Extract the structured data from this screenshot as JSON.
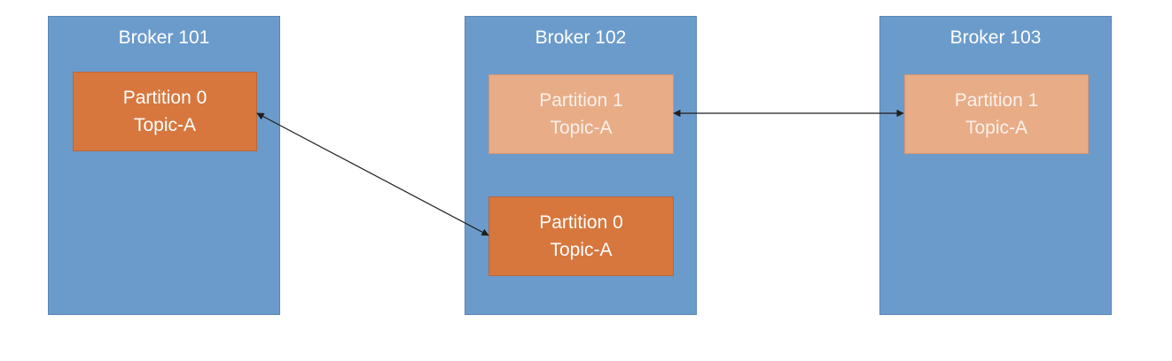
{
  "brokers": [
    {
      "label": "Broker 101"
    },
    {
      "label": "Broker 102"
    },
    {
      "label": "Broker 103"
    }
  ],
  "partitions": [
    {
      "line1": "Partition 0",
      "line2": "Topic-A"
    },
    {
      "line1": "Partition 1",
      "line2": "Topic-A"
    },
    {
      "line1": "Partition 0",
      "line2": "Topic-A"
    },
    {
      "line1": "Partition 1",
      "line2": "Topic-A"
    }
  ],
  "colors": {
    "broker": "#6b9bcb",
    "leader_partition": "#d7773e",
    "follower_partition": "#e8ac87"
  }
}
